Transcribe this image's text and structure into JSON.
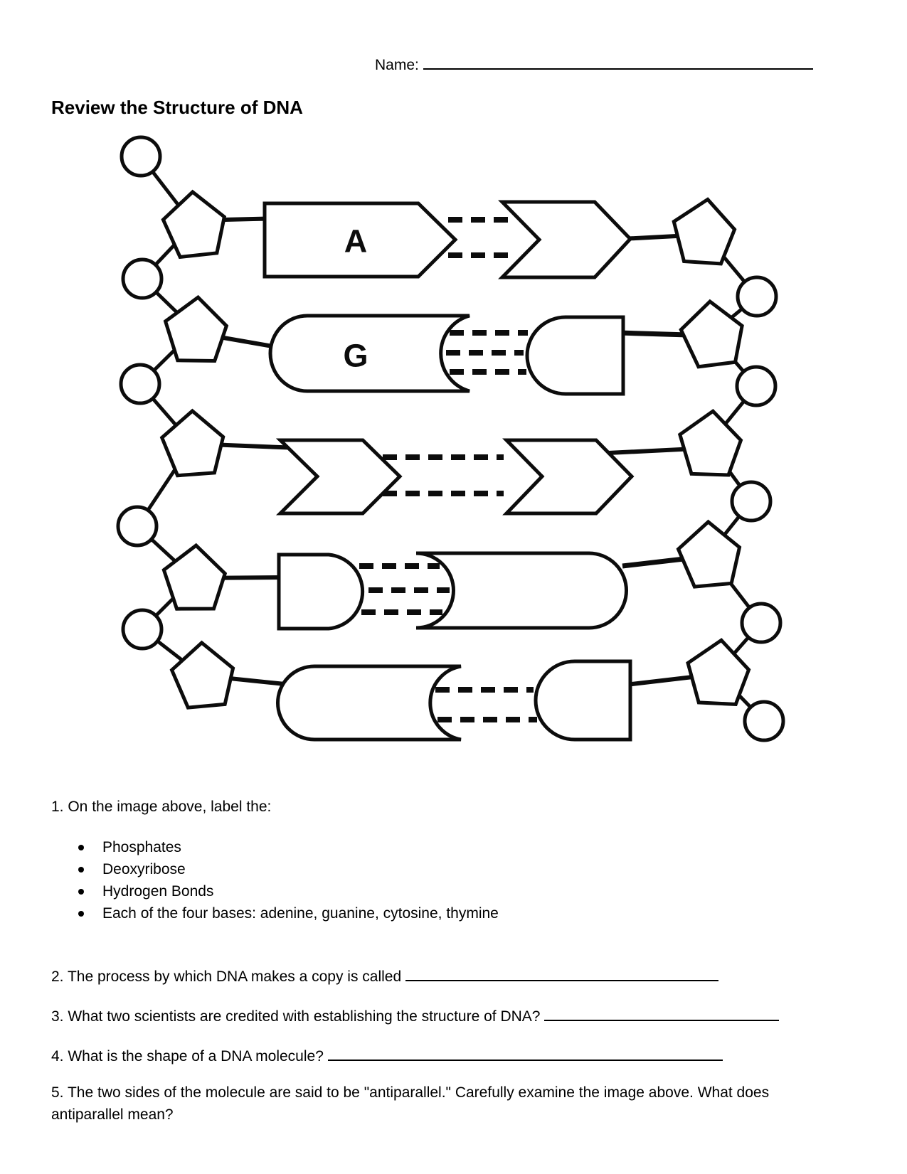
{
  "header": {
    "name_label": "Name:"
  },
  "title": "Review the Structure of DNA",
  "diagram": {
    "row1_left_base_label": "A",
    "row2_left_base_label": "G"
  },
  "questions": {
    "q1_text": "1. On the image above, label the:",
    "q1_bullets": [
      "Phosphates",
      "Deoxyribose",
      "Hydrogen Bonds",
      "Each of the four bases: adenine, guanine, cytosine, thymine"
    ],
    "q2_text": "2. The process by which DNA makes a copy is called",
    "q3_text": "3. What two scientists are credited with establishing the structure of DNA?",
    "q4_text": "4. What is the shape of a DNA molecule?",
    "q5_text_line1": "5. The two sides of the molecule are said to be \"antiparallel.\" Carefully examine the image above. What does",
    "q5_text_line2": "antiparallel mean?"
  }
}
